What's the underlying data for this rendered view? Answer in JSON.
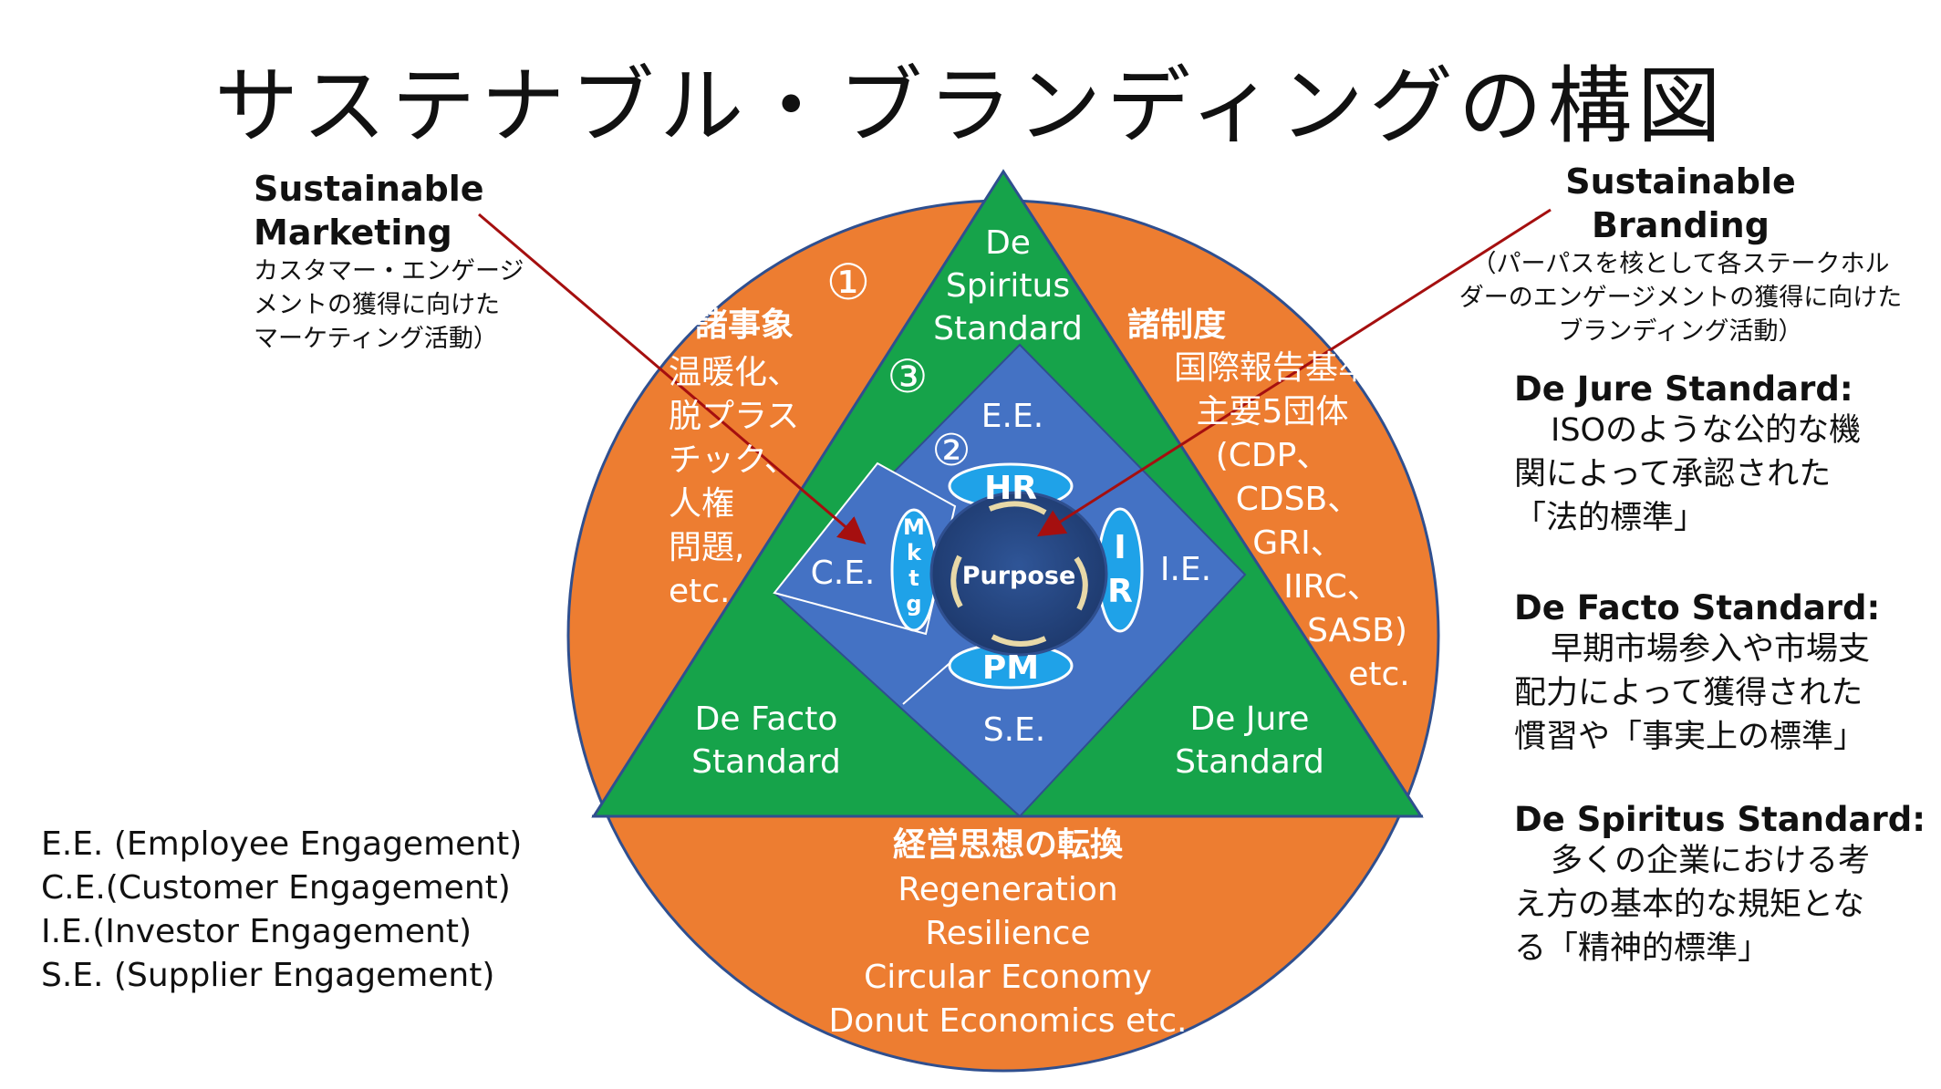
{
  "title": "サステナブル・ブランディングの構図",
  "colors": {
    "orange": "#ED7D31",
    "green": "#16A34A",
    "blue": "#4472C4",
    "light_blue": "#1FA2E8",
    "navy": "#2C4E8A",
    "arrow": "#A50F0F"
  },
  "left_callout": {
    "heading_lines": [
      "Sustainable",
      "Marketing"
    ],
    "sub_lines": [
      "カスタマー・エンゲージ",
      "メントの獲得に向けた",
      "マーケティング活動）"
    ]
  },
  "right_callout": {
    "heading_lines": [
      "Sustainable",
      "Branding"
    ],
    "sub_lines": [
      "（パーパスを核として各ステークホル",
      "ダーのエンゲージメントの獲得に向けた",
      "ブランディング活動）"
    ]
  },
  "diagram": {
    "markers": {
      "one": "①",
      "two": "②",
      "three": "③"
    },
    "top_triangle": [
      "De",
      "Spiritus",
      "Standard"
    ],
    "left_triangle": [
      "De Facto",
      "Standard"
    ],
    "right_triangle": [
      "De Jure",
      "Standard"
    ],
    "left_orange": {
      "heading": "諸事象",
      "lines": [
        "温暖化、",
        "脱プラス",
        "チック、",
        "人権",
        "問題,",
        "etc."
      ]
    },
    "right_orange": {
      "heading": "諸制度",
      "lines": [
        "国際報告基準",
        "主要5団体",
        "(CDP、",
        "CDSB、",
        "GRI、",
        "IIRC、",
        "SASB)",
        "etc."
      ]
    },
    "bottom_orange": {
      "heading": "経営思想の転換",
      "lines": [
        "Regeneration",
        "Resilience",
        "Circular Economy",
        "Donut Economics etc."
      ]
    },
    "diamond": {
      "top": "E.E.",
      "left": "C.E.",
      "right": "I.E.",
      "bottom": "S.E."
    },
    "ovals": {
      "hr": "HR",
      "pm": "PM",
      "ir": [
        "I",
        "R"
      ],
      "mktg": [
        "M",
        "k",
        "t",
        "g"
      ]
    },
    "center": "Purpose"
  },
  "standards": [
    {
      "name": "De Jure Standard",
      "colon": ":",
      "desc": [
        "ISOのような公的な機",
        "関によって承認された",
        "「法的標準」"
      ]
    },
    {
      "name": "De Facto Standard",
      "colon": ":",
      "desc": [
        "早期市場参入や市場支",
        "配力によって獲得された",
        "慣習や「事実上の標準」"
      ]
    },
    {
      "name": "De Spiritus Standard",
      "colon": ":",
      "desc": [
        "多くの企業における考",
        "え方の基本的な規矩とな",
        "る「精神的標準」"
      ]
    }
  ],
  "legend": [
    "E.E. (Employee Engagement)",
    "C.E.(Customer Engagement)",
    "I.E.(Investor Engagement)",
    "S.E. (Supplier Engagement)"
  ]
}
